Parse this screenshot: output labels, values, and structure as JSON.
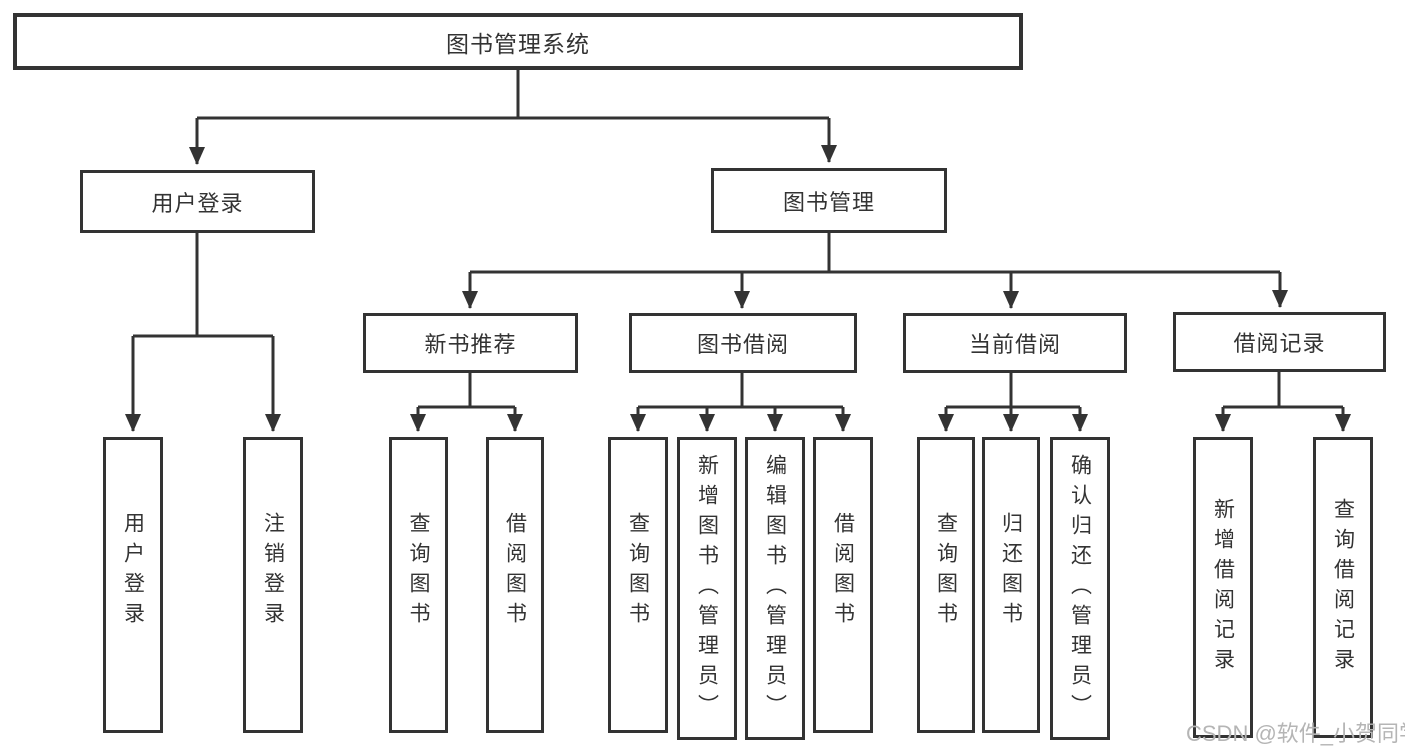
{
  "diagram_title": "图书管理系统",
  "watermark": "CSDN @软件_小贺同学",
  "colors": {
    "line": "#333333",
    "box_border": "#333333",
    "box_fill": "#ffffff",
    "text": "#333333",
    "watermark": "#b5b5b5",
    "background": "#ffffff"
  },
  "tree": {
    "root": {
      "label": "图书管理系统"
    },
    "branches": [
      {
        "label": "用户登录",
        "children": [
          {
            "label": "用户登录"
          },
          {
            "label": "注销登录"
          }
        ]
      },
      {
        "label": "图书管理",
        "children": [
          {
            "label": "新书推荐",
            "children": [
              {
                "label": "查询图书"
              },
              {
                "label": "借阅图书"
              }
            ]
          },
          {
            "label": "图书借阅",
            "children": [
              {
                "label": "查询图书"
              },
              {
                "label": "新增图书（管理员）"
              },
              {
                "label": "编辑图书（管理员）"
              },
              {
                "label": "借阅图书"
              }
            ]
          },
          {
            "label": "当前借阅",
            "children": [
              {
                "label": "查询图书"
              },
              {
                "label": "归还图书"
              },
              {
                "label": "确认归还（管理员）"
              }
            ]
          },
          {
            "label": "借阅记录",
            "children": [
              {
                "label": "新增借阅记录"
              },
              {
                "label": "查询借阅记录"
              }
            ]
          }
        ]
      }
    ]
  }
}
